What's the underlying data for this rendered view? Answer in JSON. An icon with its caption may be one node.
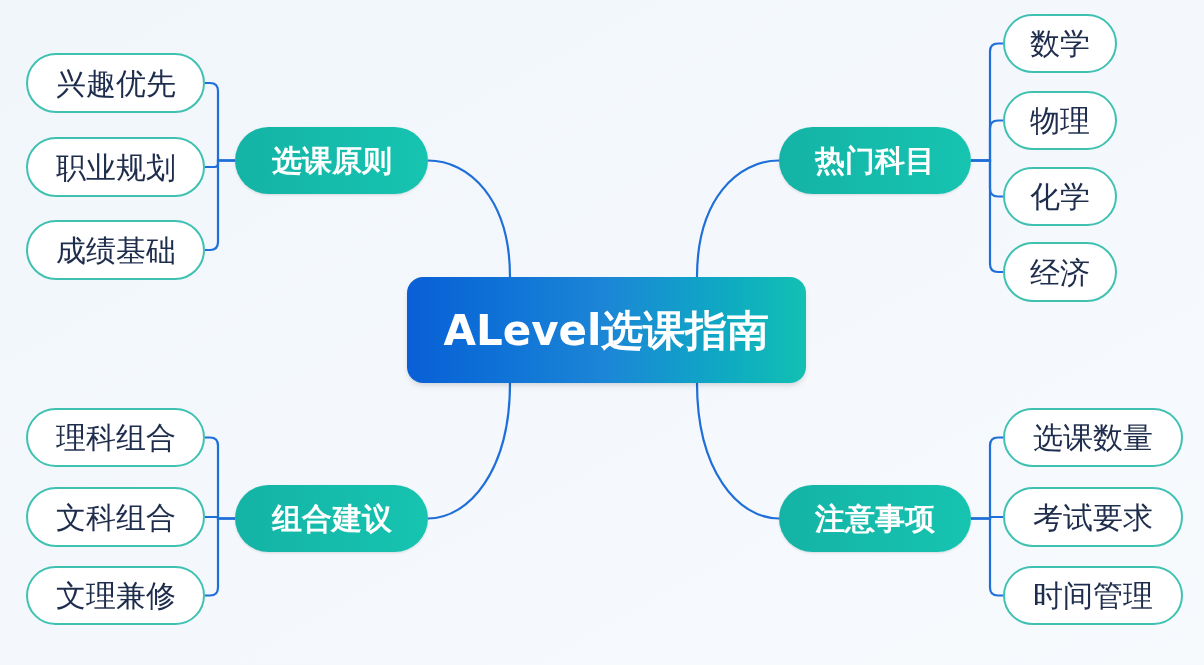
{
  "diagram": {
    "nodes": [
      {
        "text": [
          "ALevel选课指南"
        ]
      },
      {
        "text": [
          "选课原则"
        ]
      },
      {
        "text": [
          "兴趣优先"
        ]
      },
      {
        "text": [
          "职业规划"
        ]
      },
      {
        "text": [
          "成绩基础"
        ]
      },
      {
        "text": [
          "热门科目"
        ]
      },
      {
        "text": [
          "数学"
        ]
      },
      {
        "text": [
          "物理"
        ]
      },
      {
        "text": [
          "化学"
        ]
      },
      {
        "text": [
          "经济"
        ]
      },
      {
        "text": [
          "组合建议"
        ]
      },
      {
        "text": [
          "理科组合"
        ]
      },
      {
        "text": [
          "文科组合"
        ]
      },
      {
        "text": [
          "文理兼修"
        ]
      },
      {
        "text": [
          "注意事项"
        ]
      },
      {
        "text": [
          "选课数量"
        ]
      },
      {
        "text": [
          "考试要求"
        ]
      },
      {
        "text": [
          "时间管理"
        ]
      }
    ],
    "edges": [
      {
        "from": 0,
        "to": 1,
        "arrow": "none"
      },
      {
        "from": 1,
        "to": 2,
        "arrow": "none"
      },
      {
        "from": 1,
        "to": 3,
        "arrow": "none"
      },
      {
        "from": 1,
        "to": 4,
        "arrow": "none"
      },
      {
        "from": 0,
        "to": 5,
        "arrow": "none"
      },
      {
        "from": 5,
        "to": 6,
        "arrow": "none"
      },
      {
        "from": 5,
        "to": 7,
        "arrow": "none"
      },
      {
        "from": 5,
        "to": 8,
        "arrow": "none"
      },
      {
        "from": 5,
        "to": 9,
        "arrow": "none"
      },
      {
        "from": 0,
        "to": 10,
        "arrow": "none"
      },
      {
        "from": 10,
        "to": 11,
        "arrow": "none"
      },
      {
        "from": 10,
        "to": 12,
        "arrow": "none"
      },
      {
        "from": 10,
        "to": 13,
        "arrow": "none"
      },
      {
        "from": 0,
        "to": 14,
        "arrow": "none"
      },
      {
        "from": 14,
        "to": 15,
        "arrow": "none"
      },
      {
        "from": 14,
        "to": 16,
        "arrow": "none"
      },
      {
        "from": 14,
        "to": 17,
        "arrow": "none"
      }
    ]
  }
}
